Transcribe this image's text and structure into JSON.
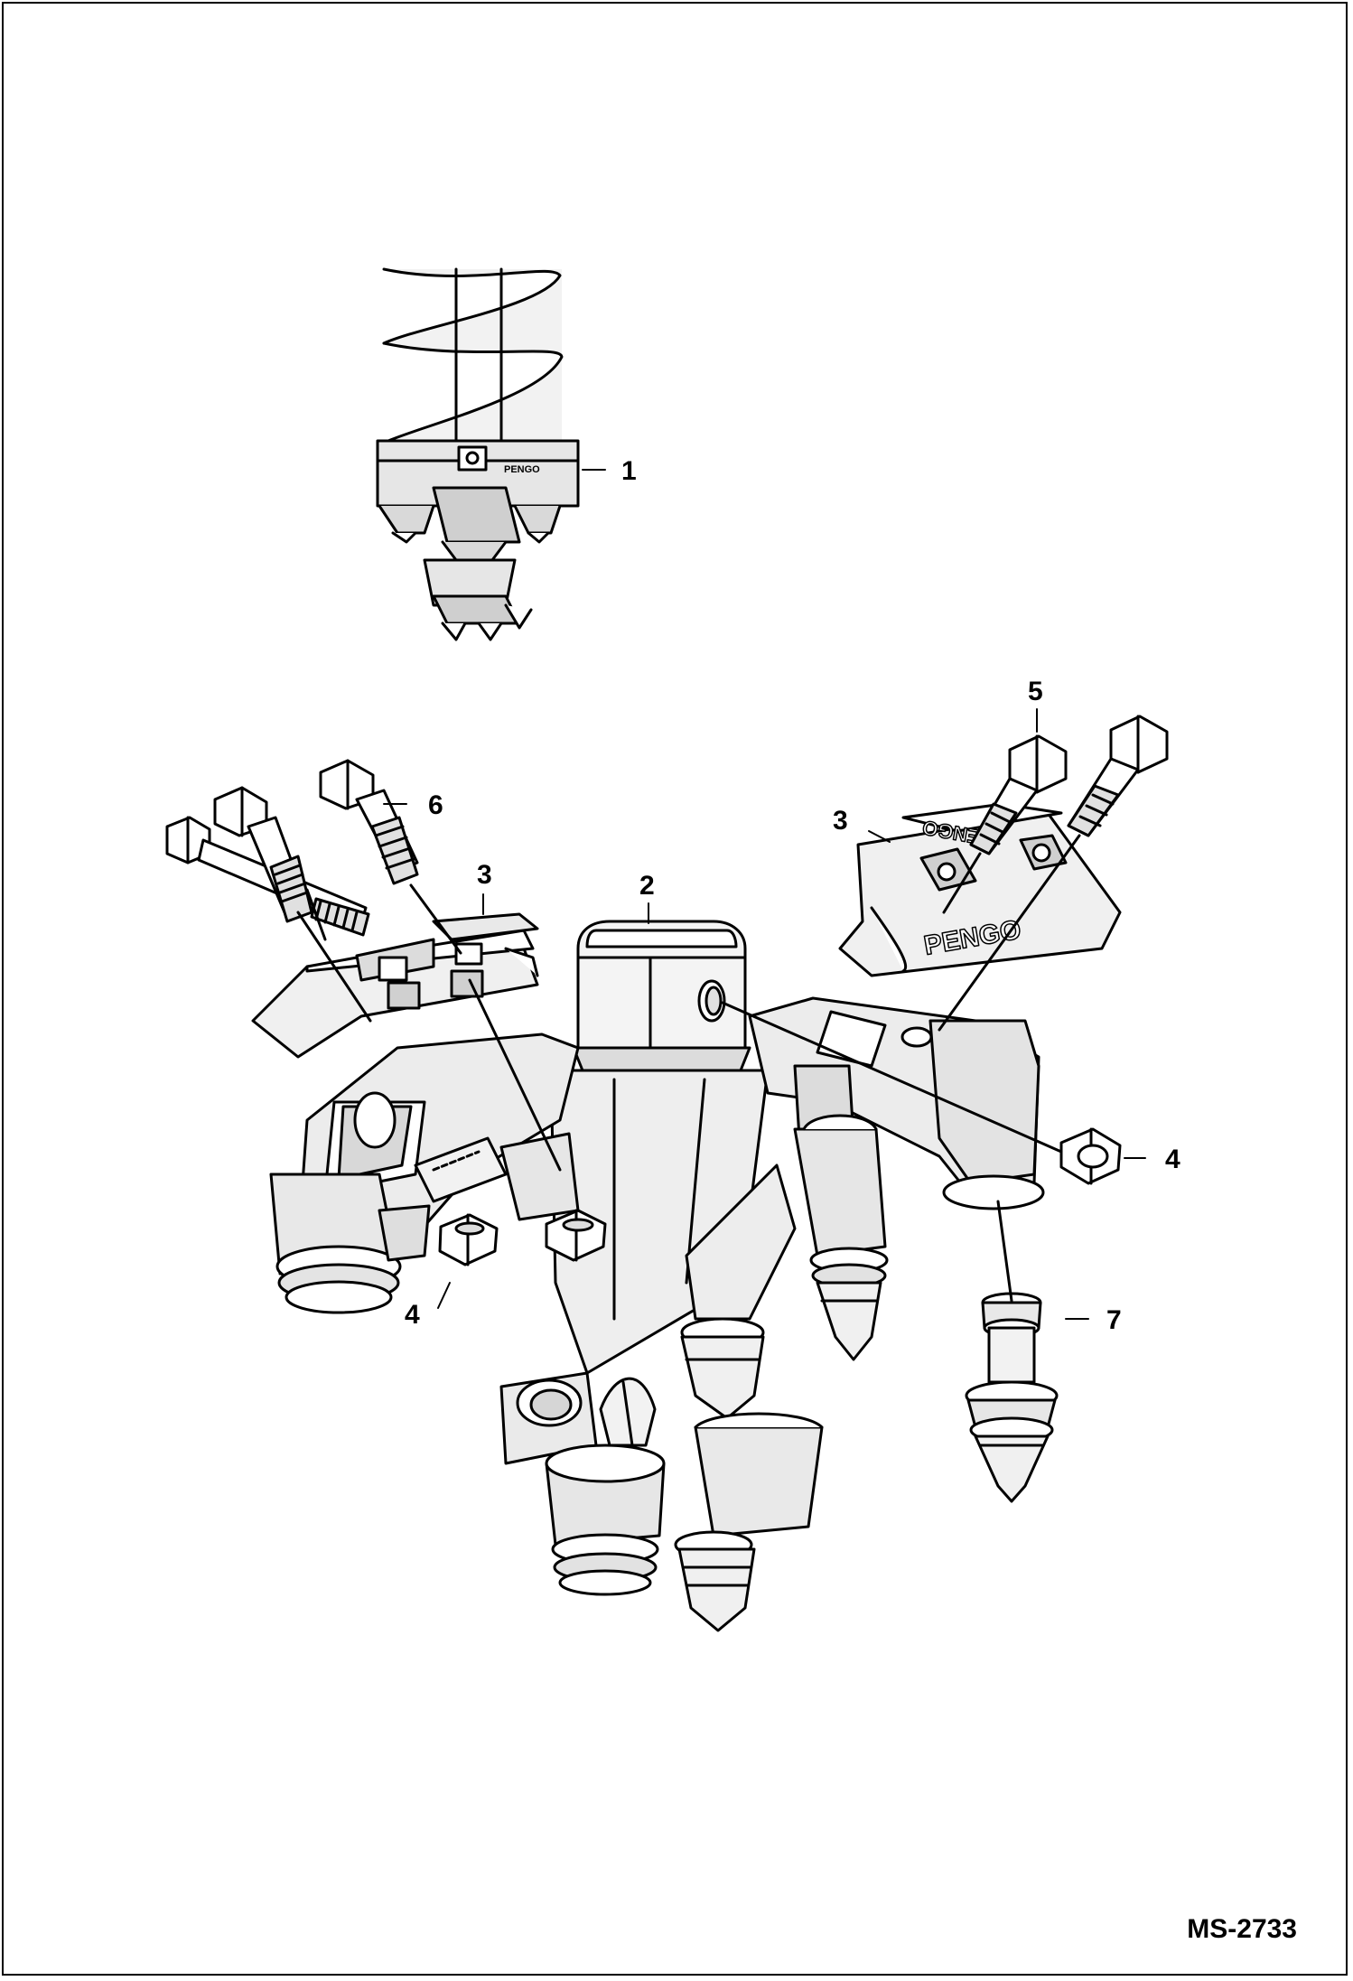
{
  "figure": {
    "callouts": [
      {
        "id": "auger-callout",
        "label": "1"
      },
      {
        "id": "hub-callout",
        "label": "2"
      },
      {
        "id": "left-holder-callout",
        "label": "3"
      },
      {
        "id": "right-holder-callout",
        "label": "3"
      },
      {
        "id": "right-nut-callout",
        "label": "4"
      },
      {
        "id": "left-nut-callout",
        "label": "4"
      },
      {
        "id": "right-bolt-callout",
        "label": "5"
      },
      {
        "id": "left-bolt-callout",
        "label": "6"
      },
      {
        "id": "tooth-callout",
        "label": "7"
      }
    ],
    "embossed_brand": "PENGO",
    "doc_id": "MS-2733"
  }
}
